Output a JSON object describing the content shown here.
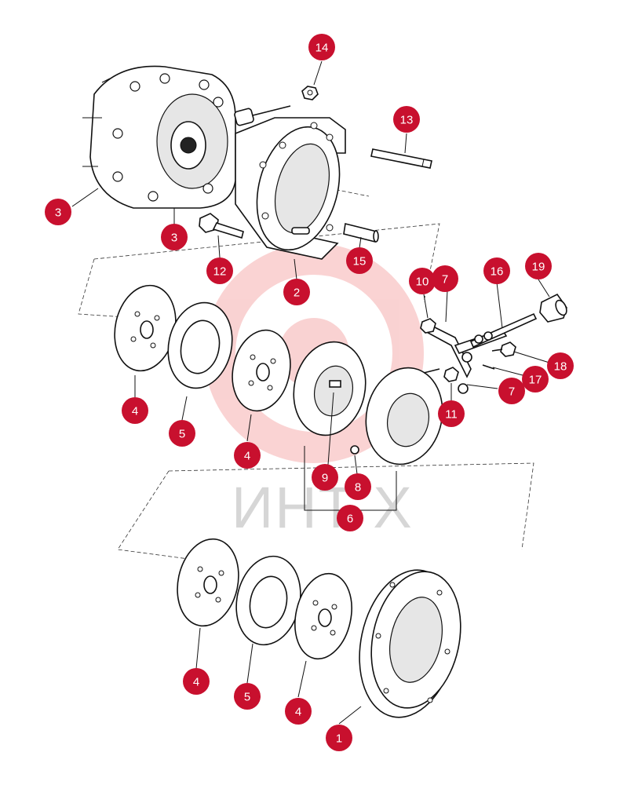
{
  "watermark": {
    "text": "ИНТ Х",
    "color": "#f2b7b7"
  },
  "callout_color": "#c8102e",
  "callouts": [
    {
      "id": "c3a",
      "label": "3"
    },
    {
      "id": "c3b",
      "label": "3"
    },
    {
      "id": "c14",
      "label": "14"
    },
    {
      "id": "c13",
      "label": "13"
    },
    {
      "id": "c12",
      "label": "12"
    },
    {
      "id": "c15",
      "label": "15"
    },
    {
      "id": "c2",
      "label": "2"
    },
    {
      "id": "c10",
      "label": "10"
    },
    {
      "id": "c7a",
      "label": "7"
    },
    {
      "id": "c16",
      "label": "16"
    },
    {
      "id": "c19",
      "label": "19"
    },
    {
      "id": "c18",
      "label": "18"
    },
    {
      "id": "c17",
      "label": "17"
    },
    {
      "id": "c7b",
      "label": "7"
    },
    {
      "id": "c11",
      "label": "11"
    },
    {
      "id": "c4a",
      "label": "4"
    },
    {
      "id": "c5a",
      "label": "5"
    },
    {
      "id": "c4b",
      "label": "4"
    },
    {
      "id": "c9",
      "label": "9"
    },
    {
      "id": "c8",
      "label": "8"
    },
    {
      "id": "c6",
      "label": "6"
    },
    {
      "id": "c4c",
      "label": "4"
    },
    {
      "id": "c5b",
      "label": "5"
    },
    {
      "id": "c4d",
      "label": "4"
    },
    {
      "id": "c1",
      "label": "1"
    }
  ]
}
